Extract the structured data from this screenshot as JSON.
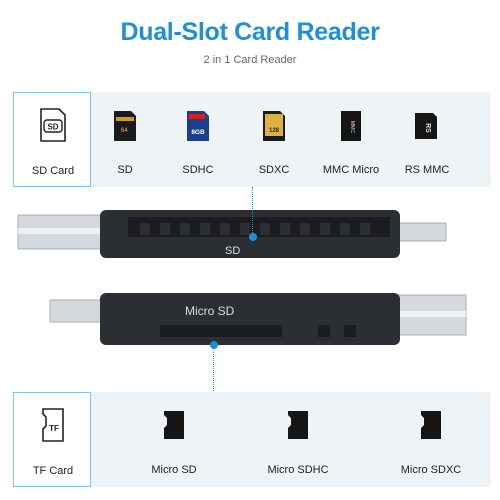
{
  "header": {
    "title": "Dual-Slot Card Reader",
    "subtitle": "2 in 1 Card Reader"
  },
  "sd_panel": {
    "lead_label": "SD Card",
    "lead_icon_text": "SD",
    "cards": [
      {
        "label": "SD",
        "icon": "sd-card-black-icon",
        "print_text": "64"
      },
      {
        "label": "SDHC",
        "icon": "sdhc-card-blue-icon",
        "print_text": "8GB"
      },
      {
        "label": "SDXC",
        "icon": "sdxc-card-gold-icon",
        "print_text": "128"
      },
      {
        "label": "MMC Micro",
        "icon": "mmc-micro-card-icon",
        "print_text": "MMC"
      },
      {
        "label": "RS MMC",
        "icon": "rs-mmc-card-icon",
        "print_text": "RS"
      }
    ]
  },
  "device": {
    "top_slot_label": "SD",
    "bottom_slot_label": "Micro SD"
  },
  "tf_panel": {
    "lead_label": "TF Card",
    "lead_icon_text": "TF",
    "cards": [
      {
        "label": "Micro SD",
        "icon": "micro-sd-card-icon"
      },
      {
        "label": "Micro SDHC",
        "icon": "micro-sdhc-card-icon"
      },
      {
        "label": "Micro SDXC",
        "icon": "micro-sdxc-card-icon"
      }
    ]
  },
  "colors": {
    "accent": "#1e8fd8",
    "panel_bg": "#eef3f8",
    "device_body": "#2b2e33"
  }
}
